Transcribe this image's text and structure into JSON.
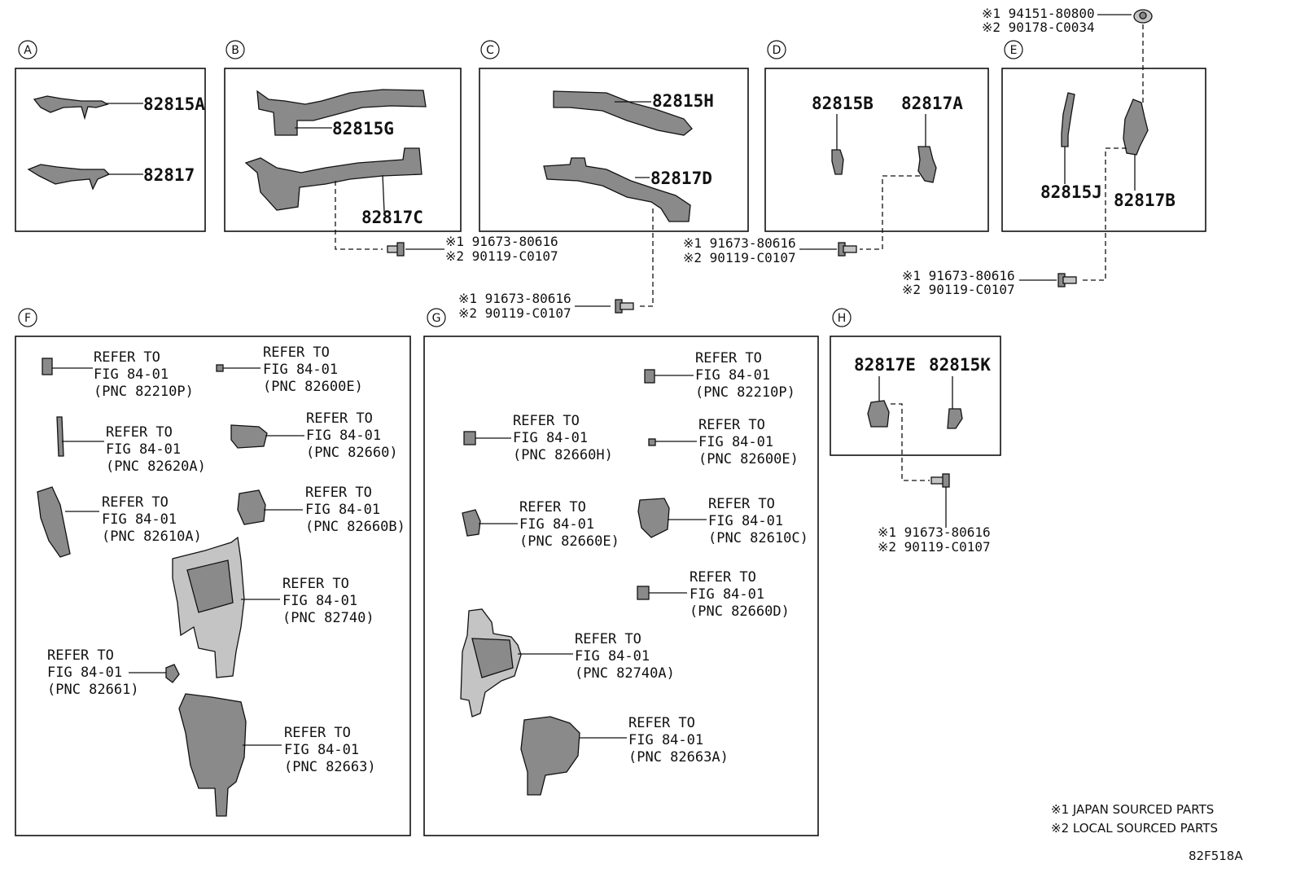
{
  "sections": {
    "A": {
      "letter": "A",
      "parts": [
        "82815A",
        "82817"
      ]
    },
    "B": {
      "letter": "B",
      "parts": [
        "82815G",
        "82817C"
      ]
    },
    "C": {
      "letter": "C",
      "parts": [
        "82815H",
        "82817D"
      ]
    },
    "D": {
      "letter": "D",
      "parts": [
        "82815B",
        "82817A"
      ]
    },
    "E": {
      "letter": "E",
      "parts": [
        "82815J",
        "82817B"
      ]
    },
    "F": {
      "letter": "F"
    },
    "G": {
      "letter": "G"
    },
    "H": {
      "letter": "H",
      "parts": [
        "82817E",
        "82815K"
      ]
    }
  },
  "fasteners": {
    "nut_top": [
      "※1 94151-80800",
      "※2 90178-C0034"
    ],
    "bolt_b": [
      "※1 91673-80616",
      "※2 90119-C0107"
    ],
    "bolt_c": [
      "※1 91673-80616",
      "※2 90119-C0107"
    ],
    "bolt_d": [
      "※1 91673-80616",
      "※2 90119-C0107"
    ],
    "bolt_e": [
      "※1 91673-80616",
      "※2 90119-C0107"
    ],
    "bolt_h": [
      "※1 91673-80616",
      "※2 90119-C0107"
    ]
  },
  "refs_f": [
    [
      "REFER TO",
      "FIG 84-01",
      "(PNC 82210P)"
    ],
    [
      "REFER TO",
      "FIG 84-01",
      "(PNC 82600E)"
    ],
    [
      "REFER TO",
      "FIG 84-01",
      "(PNC 82620A)"
    ],
    [
      "REFER TO",
      "FIG 84-01",
      "(PNC 82660)"
    ],
    [
      "REFER TO",
      "FIG 84-01",
      "(PNC 82610A)"
    ],
    [
      "REFER TO",
      "FIG 84-01",
      "(PNC 82660B)"
    ],
    [
      "REFER TO",
      "FIG 84-01",
      "(PNC 82740)"
    ],
    [
      "REFER TO",
      "FIG 84-01",
      "(PNC 82661)"
    ],
    [
      "REFER TO",
      "FIG 84-01",
      "(PNC 82663)"
    ]
  ],
  "refs_g": [
    [
      "REFER TO",
      "FIG 84-01",
      "(PNC 82210P)"
    ],
    [
      "REFER TO",
      "FIG 84-01",
      "(PNC 82660H)"
    ],
    [
      "REFER TO",
      "FIG 84-01",
      "(PNC 82600E)"
    ],
    [
      "REFER TO",
      "FIG 84-01",
      "(PNC 82660E)"
    ],
    [
      "REFER TO",
      "FIG 84-01",
      "(PNC 82610C)"
    ],
    [
      "REFER TO",
      "FIG 84-01",
      "(PNC 82660D)"
    ],
    [
      "REFER TO",
      "FIG 84-01",
      "(PNC 82740A)"
    ],
    [
      "REFER TO",
      "FIG 84-01",
      "(PNC 82663A)"
    ]
  ],
  "notes": [
    "※1 JAPAN SOURCED PARTS",
    "※2 LOCAL SOURCED PARTS"
  ],
  "diagram_id": "82F518A"
}
